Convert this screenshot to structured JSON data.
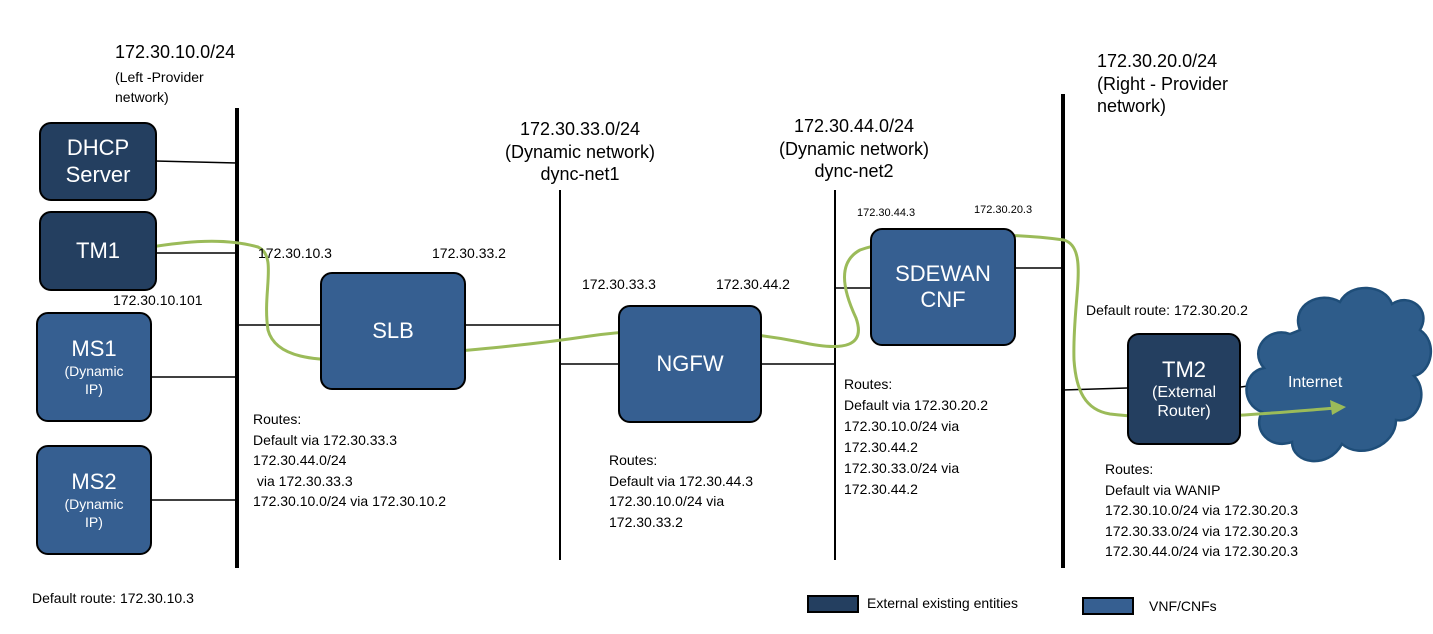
{
  "networks": {
    "left": {
      "cidr": "172.30.10.0/24",
      "desc_line1": "(Left -Provider",
      "desc_line2": "network)"
    },
    "dyn1": {
      "cidr": "172.30.33.0/24",
      "desc": "(Dynamic network)",
      "name": "dync-net1"
    },
    "dyn2": {
      "cidr": "172.30.44.0/24",
      "desc": "(Dynamic network)",
      "name": "dync-net2"
    },
    "right": {
      "cidr": "172.30.20.0/24",
      "desc_line1": "(Right - Provider",
      "desc_line2": "network)"
    }
  },
  "nodes": {
    "dhcp": {
      "line1": "DHCP",
      "line2": "Server"
    },
    "tm1": {
      "label": "TM1"
    },
    "ms1": {
      "label": "MS1",
      "sub1": "(Dynamic",
      "sub2": "IP)"
    },
    "ms2": {
      "label": "MS2",
      "sub1": "(Dynamic",
      "sub2": "IP)"
    },
    "slb": {
      "label": "SLB"
    },
    "ngfw": {
      "label": "NGFW"
    },
    "sdewan": {
      "line1": "SDEWAN",
      "line2": "CNF"
    },
    "tm2": {
      "label": "TM2",
      "sub1": "(External",
      "sub2": "Router)"
    },
    "internet": {
      "label": "Internet"
    }
  },
  "ips": {
    "tm1": "172.30.10.101",
    "slb_left": "172.30.10.3",
    "slb_right": "172.30.33.2",
    "ngfw_left": "172.30.33.3",
    "ngfw_right": "172.30.44.2",
    "sdewan_left": "172.30.44.3",
    "sdewan_right": "172.30.20.3"
  },
  "routes": {
    "slb": [
      "Routes:",
      "Default via 172.30.33.3",
      "172.30.44.0/24",
      " via 172.30.33.3",
      "172.30.10.0/24 via 172.30.10.2"
    ],
    "ngfw": [
      "Routes:",
      "Default via 172.30.44.3",
      "172.30.10.0/24 via",
      "172.30.33.2"
    ],
    "sdewan": [
      "Routes:",
      "Default via 172.30.20.2",
      "172.30.10.0/24 via",
      "172.30.44.2",
      "172.30.33.0/24 via",
      "172.30.44.2"
    ],
    "tm2": [
      "Routes:",
      "Default via WANIP",
      "172.30.10.0/24 via 172.30.20.3",
      "172.30.33.0/24 via 172.30.20.3",
      "172.30.44.0/24 via 172.30.20.3"
    ]
  },
  "default_routes": {
    "left": "Default route: 172.30.10.3",
    "right": "Default route: 172.30.20.2"
  },
  "legend": {
    "external": "External existing entities",
    "vnf": "VNF/CNFs"
  },
  "colors": {
    "external": "#243f60",
    "vnf": "#365f91",
    "path": "#9bbb59",
    "cloud": "#1f4e79",
    "cloud_fill": "#2e5c8a"
  }
}
